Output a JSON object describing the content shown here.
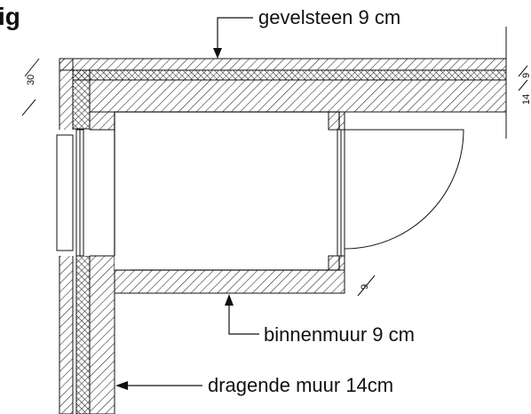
{
  "heading_fragment": "ig",
  "labels": {
    "facing_brick": "gevelsteen 9 cm",
    "inner_wall": "binnenmuur 9 cm",
    "load_bearing_wall": "dragende muur 14cm"
  },
  "dimensions": {
    "cavity": "30",
    "inner_wall_thickness": "9",
    "right_top": "9",
    "right_bottom": "14"
  }
}
